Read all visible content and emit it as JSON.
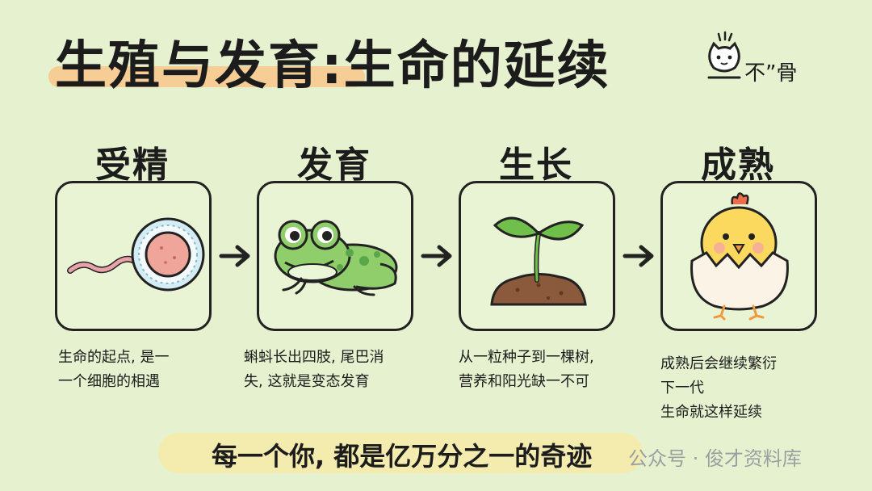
{
  "title": "生殖与发育:生命的延续",
  "logo_text": "不”骨",
  "stages": [
    {
      "title": "受精",
      "description": "生命的起点, 是一\n一个细胞的相遇"
    },
    {
      "title": "发育",
      "description": "蝌蚪长出四肢, 尾巴消\n失, 这就是变态发育"
    },
    {
      "title": "生长",
      "description": "从一粒种子到一棵树,\n营养和阳光缺一不可"
    },
    {
      "title": "成熟",
      "description": "成熟后会继续繁衍\n下一代\n生命就这样延续"
    }
  ],
  "footer": "每一个你, 都是亿万分之一的奇迹",
  "watermark": "公众号 · 俊才资料库",
  "colors": {
    "background": "#e6f2cf",
    "title_highlight": "#f7c98d",
    "footer_highlight": "#f4ecae"
  }
}
